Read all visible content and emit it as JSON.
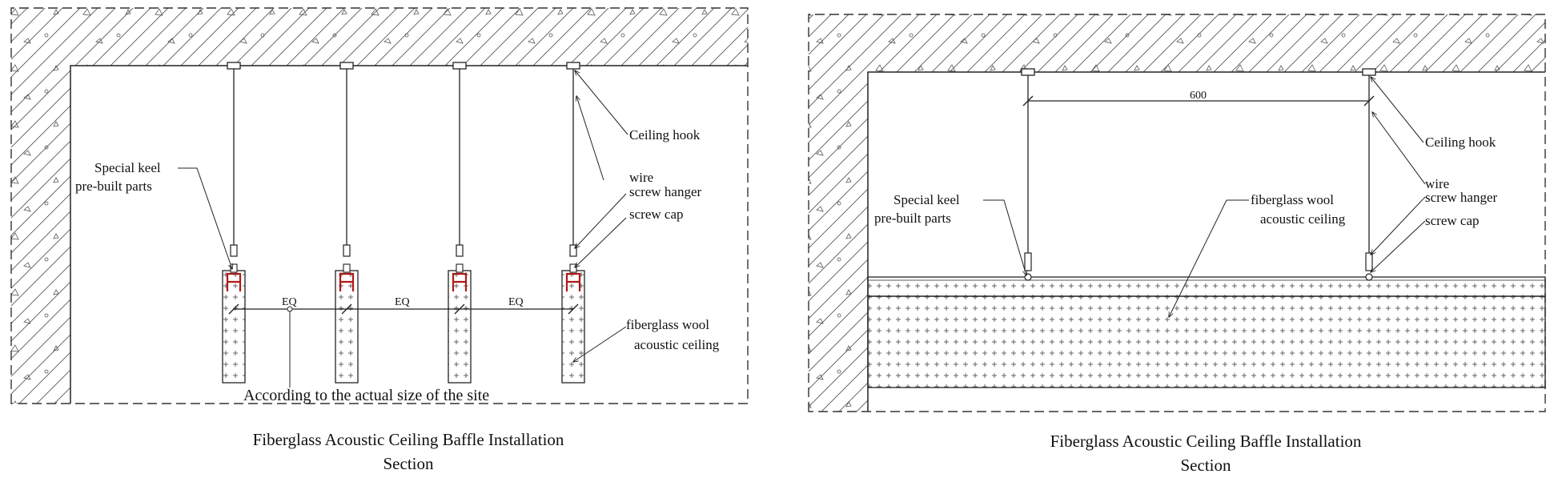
{
  "left": {
    "labels": {
      "ceiling_hook": "Ceiling hook",
      "wire": "wire",
      "screw_hanger": "screw hanger",
      "screw_cap": "screw cap",
      "keel_line1": "Special keel",
      "keel_line2": "pre-built parts",
      "wool_line1": "fiberglass wool",
      "wool_line2": "acoustic ceiling",
      "spacing": [
        "EQ",
        "EQ",
        "EQ"
      ],
      "site_note": "According to the actual size of the site"
    },
    "caption": {
      "line1": "Fiberglass Acoustic Ceiling Baffle Installation",
      "line2": "Section"
    }
  },
  "right": {
    "labels": {
      "ceiling_hook": "Ceiling hook",
      "wire": "wire",
      "screw_hanger": "screw hanger",
      "screw_cap": "screw cap",
      "keel_line1": "Special keel",
      "keel_line2": "pre-built parts",
      "wool_line1": "fiberglass wool",
      "wool_line2": "acoustic ceiling",
      "dimension": "600"
    },
    "caption": {
      "line1": "Fiberglass Acoustic Ceiling Baffle Installation",
      "line2": "Section"
    }
  },
  "colors": {
    "line": "#2a2a2a",
    "bracket": "#b01818"
  }
}
